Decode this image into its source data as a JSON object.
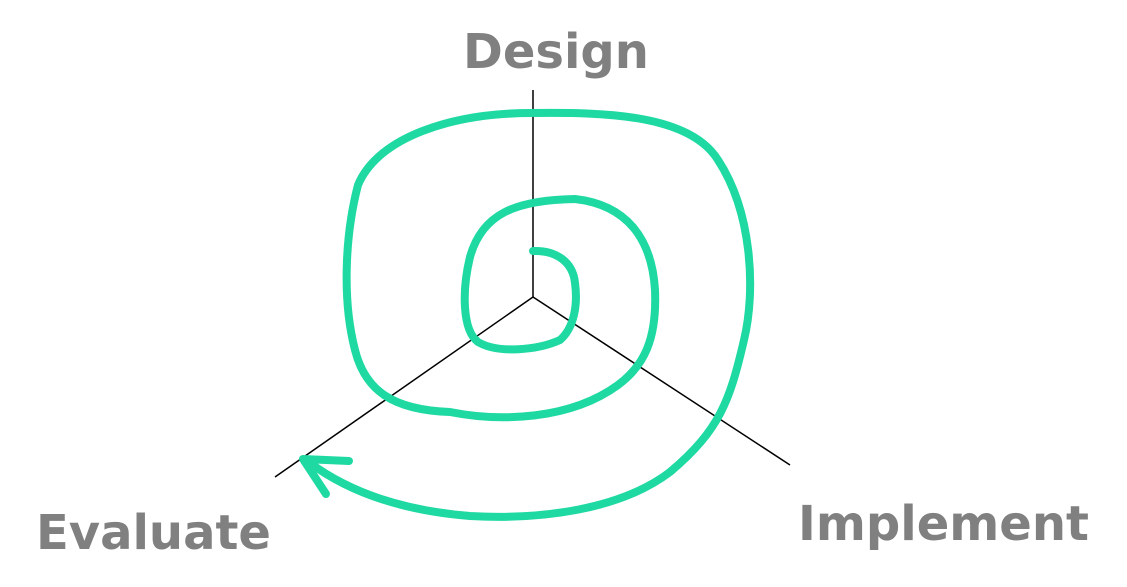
{
  "labels": {
    "design": "Design",
    "implement": "Implement",
    "evaluate": "Evaluate"
  },
  "colors": {
    "label_text": "#808080",
    "axis_line": "#000000",
    "spiral": "#1ed9a2"
  }
}
